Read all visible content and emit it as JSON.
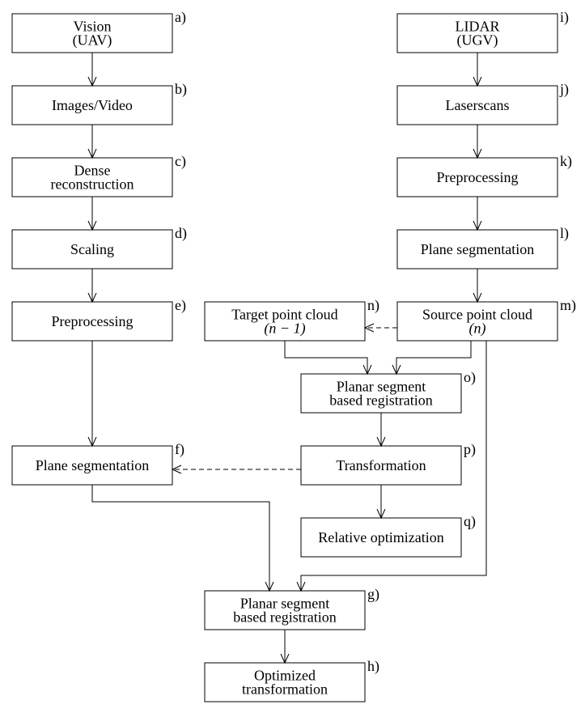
{
  "nodes": [
    {
      "id": "a",
      "tag": "a)",
      "lines": [
        "Vision",
        "(UAV)"
      ]
    },
    {
      "id": "b",
      "tag": "b)",
      "lines": [
        "Images/Video"
      ]
    },
    {
      "id": "c",
      "tag": "c)",
      "lines": [
        "Dense",
        "reconstruction"
      ]
    },
    {
      "id": "d",
      "tag": "d)",
      "lines": [
        "Scaling"
      ]
    },
    {
      "id": "e",
      "tag": "e)",
      "lines": [
        "Preprocessing"
      ]
    },
    {
      "id": "f",
      "tag": "f)",
      "lines": [
        "Plane segmentation"
      ]
    },
    {
      "id": "g",
      "tag": "g)",
      "lines": [
        "Planar segment",
        "based registration"
      ]
    },
    {
      "id": "h",
      "tag": "h)",
      "lines": [
        "Optimized",
        "transformation"
      ]
    },
    {
      "id": "i",
      "tag": "i)",
      "lines": [
        "LIDAR",
        "(UGV)"
      ]
    },
    {
      "id": "j",
      "tag": "j)",
      "lines": [
        "Laserscans"
      ]
    },
    {
      "id": "k",
      "tag": "k)",
      "lines": [
        "Preprocessing"
      ]
    },
    {
      "id": "l",
      "tag": "l)",
      "lines": [
        "Plane segmentation"
      ]
    },
    {
      "id": "m",
      "tag": "m)",
      "lines": [
        "Source point cloud",
        "(n)"
      ]
    },
    {
      "id": "n",
      "tag": "n)",
      "lines": [
        "Target point cloud",
        "(n − 1)"
      ]
    },
    {
      "id": "o",
      "tag": "o)",
      "lines": [
        "Planar segment",
        "based registration"
      ]
    },
    {
      "id": "p",
      "tag": "p)",
      "lines": [
        "Transformation"
      ]
    },
    {
      "id": "q",
      "tag": "q)",
      "lines": [
        "Relative optimization"
      ]
    }
  ],
  "edges": [
    {
      "from": "a",
      "to": "b",
      "style": "solid"
    },
    {
      "from": "b",
      "to": "c",
      "style": "solid"
    },
    {
      "from": "c",
      "to": "d",
      "style": "solid"
    },
    {
      "from": "d",
      "to": "e",
      "style": "solid"
    },
    {
      "from": "e",
      "to": "f",
      "style": "solid"
    },
    {
      "from": "f",
      "to": "g",
      "style": "solid"
    },
    {
      "from": "g",
      "to": "h",
      "style": "solid"
    },
    {
      "from": "i",
      "to": "j",
      "style": "solid"
    },
    {
      "from": "j",
      "to": "k",
      "style": "solid"
    },
    {
      "from": "k",
      "to": "l",
      "style": "solid"
    },
    {
      "from": "l",
      "to": "m",
      "style": "solid"
    },
    {
      "from": "m",
      "to": "n",
      "style": "dashed"
    },
    {
      "from": "n",
      "to": "o",
      "style": "solid"
    },
    {
      "from": "m",
      "to": "o",
      "style": "solid"
    },
    {
      "from": "o",
      "to": "p",
      "style": "solid"
    },
    {
      "from": "p",
      "to": "q",
      "style": "solid"
    },
    {
      "from": "p",
      "to": "f",
      "style": "dashed"
    },
    {
      "from": "m",
      "to": "g",
      "style": "solid"
    }
  ]
}
